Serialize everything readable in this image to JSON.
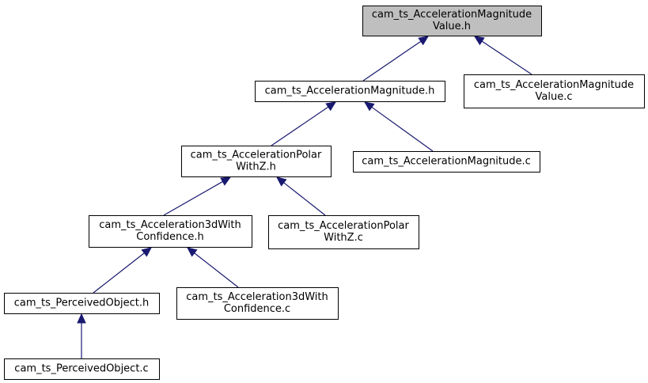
{
  "colors": {
    "edge": "#191970",
    "root_fill": "#bfbfbf",
    "node_fill": "#ffffff",
    "border": "#000000"
  },
  "nodes": [
    {
      "id": "n0",
      "lines": [
        "cam_ts_AccelerationMagnitude",
        "Value.h"
      ],
      "highlighted": true
    },
    {
      "id": "n1",
      "lines": [
        "cam_ts_AccelerationMagnitude.h"
      ]
    },
    {
      "id": "n2",
      "lines": [
        "cam_ts_AccelerationMagnitude",
        "Value.c"
      ]
    },
    {
      "id": "n3",
      "lines": [
        "cam_ts_AccelerationPolar",
        "WithZ.h"
      ]
    },
    {
      "id": "n4",
      "lines": [
        "cam_ts_AccelerationMagnitude.c"
      ]
    },
    {
      "id": "n5",
      "lines": [
        "cam_ts_Acceleration3dWith",
        "Confidence.h"
      ]
    },
    {
      "id": "n6",
      "lines": [
        "cam_ts_AccelerationPolar",
        "WithZ.c"
      ]
    },
    {
      "id": "n7",
      "lines": [
        "cam_ts_PerceivedObject.h"
      ]
    },
    {
      "id": "n8",
      "lines": [
        "cam_ts_Acceleration3dWith",
        "Confidence.c"
      ]
    },
    {
      "id": "n9",
      "lines": [
        "cam_ts_PerceivedObject.c"
      ]
    }
  ],
  "edges": [
    {
      "from": "n1",
      "to": "n0"
    },
    {
      "from": "n2",
      "to": "n0"
    },
    {
      "from": "n3",
      "to": "n1"
    },
    {
      "from": "n4",
      "to": "n1"
    },
    {
      "from": "n5",
      "to": "n3"
    },
    {
      "from": "n6",
      "to": "n3"
    },
    {
      "from": "n7",
      "to": "n5"
    },
    {
      "from": "n8",
      "to": "n5"
    },
    {
      "from": "n9",
      "to": "n7"
    }
  ]
}
